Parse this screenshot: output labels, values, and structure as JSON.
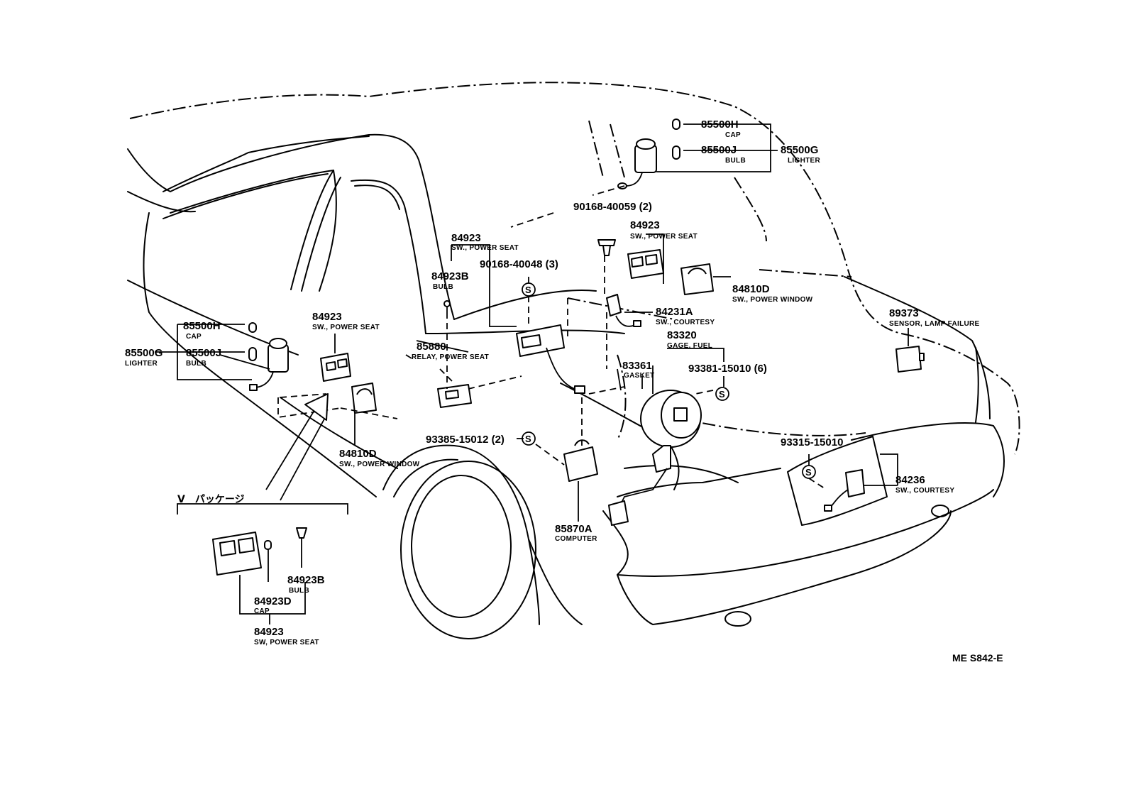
{
  "diagram_code": "ME S842-E",
  "package_title": "V　パッケージ",
  "fastener_symbol": "S",
  "parts": {
    "p85500H_top": {
      "number": "85500H",
      "name": "CAP"
    },
    "p85500J_top": {
      "number": "85500J",
      "name": "BULB"
    },
    "p85500G_top": {
      "number": "85500G",
      "name": "LIGHTER"
    },
    "p90168_40059": {
      "number": "90168-40059 (2)",
      "name": ""
    },
    "p84923_rear": {
      "number": "84923",
      "name": "SW., POWER SEAT"
    },
    "p84923_mid": {
      "number": "84923",
      "name": "SW., POWER SEAT"
    },
    "p90168_40048": {
      "number": "90168-40048 (3)",
      "name": ""
    },
    "p84923B_mid": {
      "number": "84923B",
      "name": "BULB"
    },
    "p84810D_rear": {
      "number": "84810D",
      "name": "SW., POWER WINDOW"
    },
    "p84231A": {
      "number": "84231A",
      "name": "SW., COURTESY"
    },
    "p89373": {
      "number": "89373",
      "name": "SENSOR, LAMP FAILURE"
    },
    "p83320": {
      "number": "83320",
      "name": "GAGE, FUEL"
    },
    "p83361": {
      "number": "83361",
      "name": "GASKET"
    },
    "p93381_15010": {
      "number": "93381-15010 (6)",
      "name": ""
    },
    "p84923_left": {
      "number": "84923",
      "name": "SW., POWER SEAT"
    },
    "p85880": {
      "number": "85880",
      "name": "RELAY, POWER SEAT"
    },
    "p85500H_left": {
      "number": "85500H",
      "name": "CAP"
    },
    "p85500J_left": {
      "number": "85500J",
      "name": "BULB"
    },
    "p85500G_left": {
      "number": "85500G",
      "name": "LIGHTER"
    },
    "p84810D_front": {
      "number": "84810D",
      "name": "SW., POWER WINDOW"
    },
    "p93385_15012": {
      "number": "93385-15012 (2)",
      "name": ""
    },
    "p93315_15010": {
      "number": "93315-15010",
      "name": ""
    },
    "p84236": {
      "number": "84236",
      "name": "SW., COURTESY"
    },
    "p85870A": {
      "number": "85870A",
      "name": "COMPUTER"
    },
    "p84923B_pkg": {
      "number": "84923B",
      "name": "BULB"
    },
    "p84923D_pkg": {
      "number": "84923D",
      "name": "CAP"
    },
    "p84923_pkg": {
      "number": "84923",
      "name": "SW, POWER SEAT"
    }
  }
}
